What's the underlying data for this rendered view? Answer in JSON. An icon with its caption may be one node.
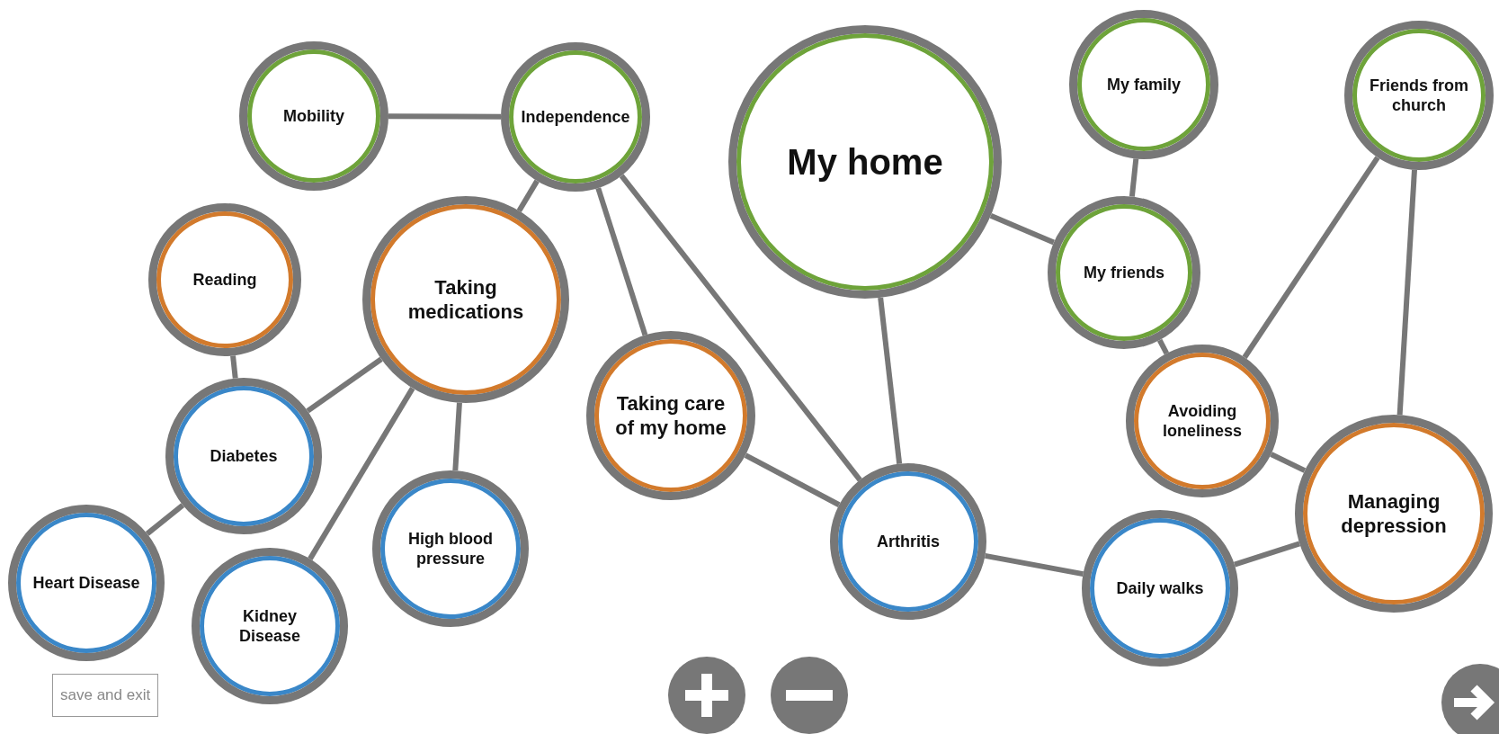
{
  "diagram": {
    "nodes": [
      {
        "text": [
          "Mobility"
        ]
      },
      {
        "text": [
          "Independence"
        ]
      },
      {
        "text": [
          "My home"
        ]
      },
      {
        "text": [
          "My family"
        ]
      },
      {
        "text": [
          "Friends from church"
        ]
      },
      {
        "text": [
          "Reading"
        ]
      },
      {
        "text": [
          "Taking medications"
        ]
      },
      {
        "text": [
          "My friends"
        ]
      },
      {
        "text": [
          "Taking care of my home"
        ]
      },
      {
        "text": [
          "Diabetes"
        ]
      },
      {
        "text": [
          "Avoiding loneliness"
        ]
      },
      {
        "text": [
          "Arthritis"
        ]
      },
      {
        "text": [
          "Managing depression"
        ]
      },
      {
        "text": [
          "Heart Disease"
        ]
      },
      {
        "text": [
          "Kidney Disease"
        ]
      },
      {
        "text": [
          "High blood pressure"
        ]
      },
      {
        "text": [
          "Daily walks"
        ]
      }
    ],
    "edges": [
      {
        "from": 0,
        "to": 1,
        "arrow": "none"
      },
      {
        "from": 1,
        "to": 6,
        "arrow": "none"
      },
      {
        "from": 1,
        "to": 8,
        "arrow": "none"
      },
      {
        "from": 1,
        "to": 11,
        "arrow": "none"
      },
      {
        "from": 2,
        "to": 7,
        "arrow": "none"
      },
      {
        "from": 2,
        "to": 11,
        "arrow": "none"
      },
      {
        "from": 3,
        "to": 7,
        "arrow": "none"
      },
      {
        "from": 7,
        "to": 10,
        "arrow": "none"
      },
      {
        "from": 4,
        "to": 10,
        "arrow": "none"
      },
      {
        "from": 4,
        "to": 12,
        "arrow": "none"
      },
      {
        "from": 10,
        "to": 12,
        "arrow": "none"
      },
      {
        "from": 5,
        "to": 9,
        "arrow": "none"
      },
      {
        "from": 6,
        "to": 9,
        "arrow": "none"
      },
      {
        "from": 6,
        "to": 14,
        "arrow": "none"
      },
      {
        "from": 6,
        "to": 15,
        "arrow": "none"
      },
      {
        "from": 9,
        "to": 13,
        "arrow": "none"
      },
      {
        "from": 8,
        "to": 11,
        "arrow": "none"
      },
      {
        "from": 11,
        "to": 16,
        "arrow": "none"
      },
      {
        "from": 16,
        "to": 12,
        "arrow": "none"
      }
    ],
    "labels": [
      "save and exit"
    ]
  }
}
